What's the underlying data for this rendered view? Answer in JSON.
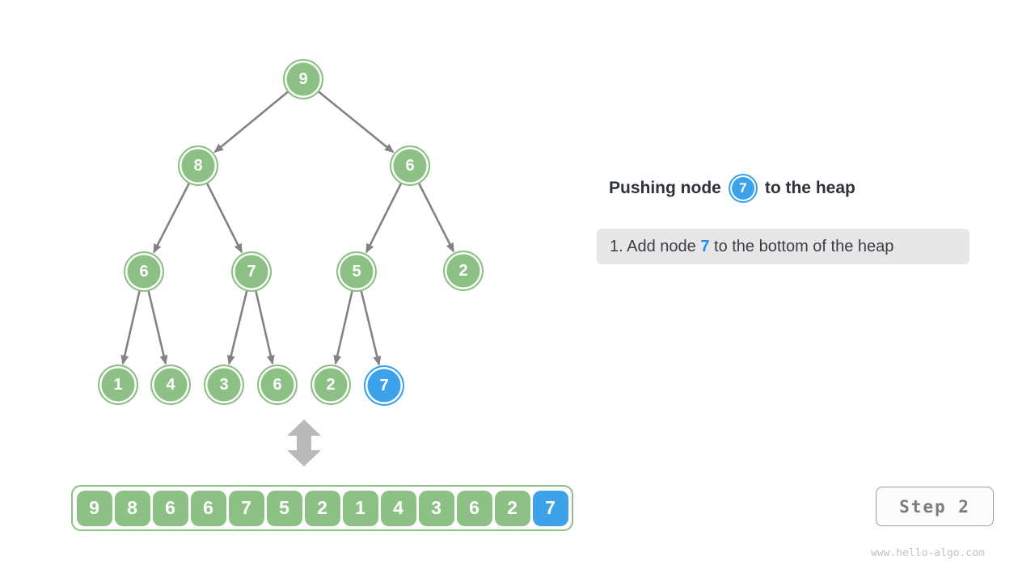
{
  "title": {
    "prefix": "Pushing node",
    "node": "7",
    "suffix": "to the heap"
  },
  "instruction": {
    "prefix": "1. Add node ",
    "highlight": "7",
    "suffix": " to the bottom of the heap"
  },
  "step": {
    "label": "Step 2"
  },
  "watermark": "www.hello-algo.com",
  "tree": {
    "nodes": [
      {
        "value": 9,
        "highlighted": false
      },
      {
        "value": 8,
        "highlighted": false
      },
      {
        "value": 6,
        "highlighted": false
      },
      {
        "value": 6,
        "highlighted": false
      },
      {
        "value": 7,
        "highlighted": false
      },
      {
        "value": 5,
        "highlighted": false
      },
      {
        "value": 2,
        "highlighted": false
      },
      {
        "value": 1,
        "highlighted": false
      },
      {
        "value": 4,
        "highlighted": false
      },
      {
        "value": 3,
        "highlighted": false
      },
      {
        "value": 6,
        "highlighted": false
      },
      {
        "value": 2,
        "highlighted": false
      },
      {
        "value": 7,
        "highlighted": true
      }
    ]
  },
  "array": {
    "values": [
      9,
      8,
      6,
      6,
      7,
      5,
      2,
      1,
      4,
      3,
      6,
      2,
      7
    ],
    "highlighted_index": 12
  },
  "colors": {
    "node_green": "#8CC084",
    "node_blue": "#3DA2E9",
    "text_highlight_blue": "#2591E6",
    "edge_gray": "#838383",
    "double_arrow_gray": "#B9B9B9",
    "instruction_bg": "#E7E7E7"
  }
}
